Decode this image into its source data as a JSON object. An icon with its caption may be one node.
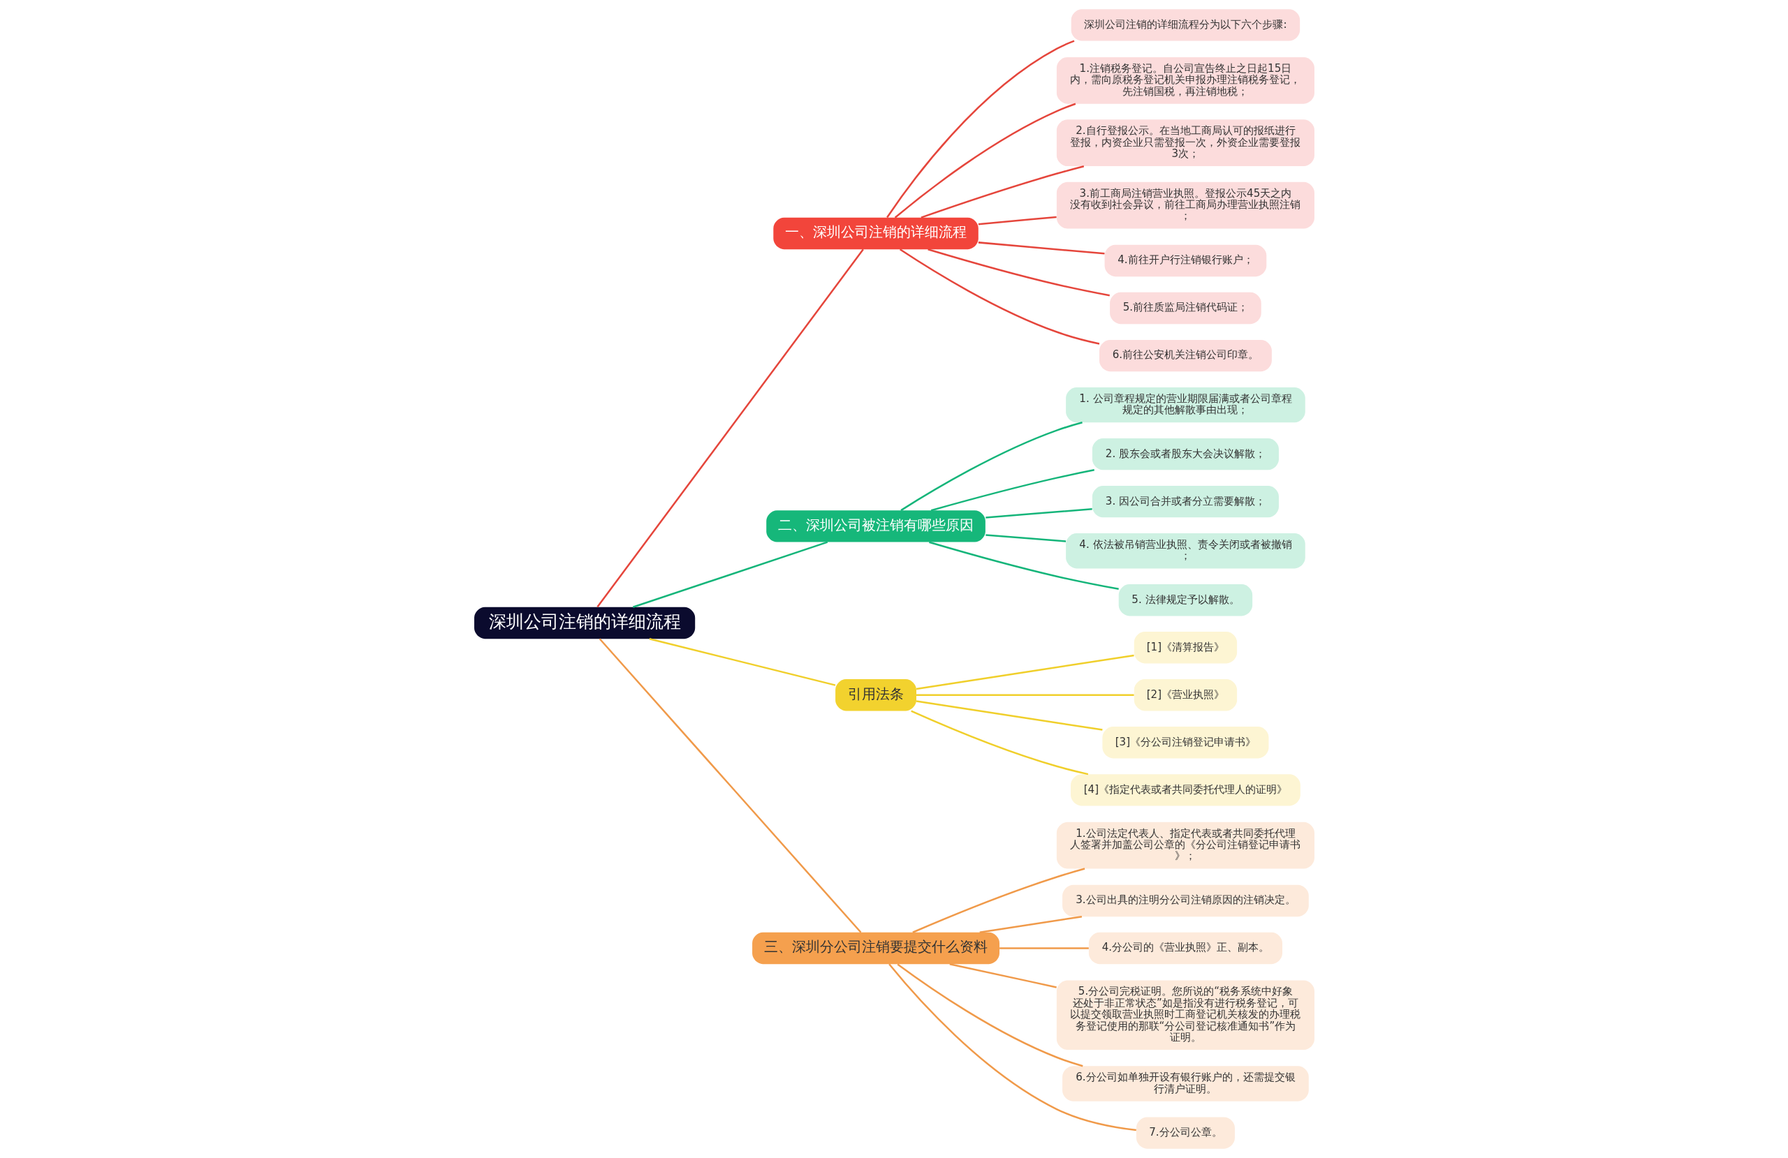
{
  "diagram": {
    "nodes": [
      {
        "text": [
          "深圳公司注销的详细流程"
        ]
      },
      {
        "text": [
          "一、深圳公司注销的详细流程"
        ]
      },
      {
        "text": [
          "深圳公司注销的详细流程分为以下六个步骤:"
        ]
      },
      {
        "text": [
          "1.注销税务登记。自公司宣告终止之日起15日内，需向原税务登记机关申报办理注销税务登记，先注销国税，再注销地税；"
        ]
      },
      {
        "text": [
          "2.自行登报公示。在当地工商局认可的报纸进行登报，内资企业只需登报一次，外资企业需要登报3次；"
        ]
      },
      {
        "text": [
          "3.前工商局注销营业执照。登报公示45天之内没有收到社会异议，前往工商局办理营业执照注销；"
        ]
      },
      {
        "text": [
          "4.前往开户行注销银行账户；"
        ]
      },
      {
        "text": [
          "5.前往质监局注销代码证；"
        ]
      },
      {
        "text": [
          "6.前往公安机关注销公司印章。"
        ]
      },
      {
        "text": [
          "二、深圳公司被注销有哪些原因"
        ]
      },
      {
        "text": [
          "1. 公司章程规定的营业期限届满或者公司章程规定的其他解散事由出现；"
        ]
      },
      {
        "text": [
          "2. 股东会或者股东大会决议解散；"
        ]
      },
      {
        "text": [
          "3. 因公司合并或者分立需要解散；"
        ]
      },
      {
        "text": [
          "4. 依法被吊销营业执照、责令关闭或者被撤销；"
        ]
      },
      {
        "text": [
          "5. 法律规定予以解散。"
        ]
      },
      {
        "text": [
          "引用法条"
        ]
      },
      {
        "text": [
          "[1]《清算报告》"
        ]
      },
      {
        "text": [
          "[2]《营业执照》"
        ]
      },
      {
        "text": [
          "[3]《分公司注销登记申请书》"
        ]
      },
      {
        "text": [
          "[4]《指定代表或者共同委托代理人的证明》"
        ]
      },
      {
        "text": [
          "三、深圳分公司注销要提交什么资料"
        ]
      },
      {
        "text": [
          "1.公司法定代表人、指定代表或者共同委托代理人签署并加盖公司公章的《分公司注销登记申请书》；"
        ]
      },
      {
        "text": [
          "3.公司出具的注明分公司注销原因的注销决定。"
        ]
      },
      {
        "text": [
          "4.分公司的《营业执照》正、副本。"
        ]
      },
      {
        "text": [
          "5.分公司完税证明。您所说的“税务系统中好象还处于非正常状态”如是指没有进行税务登记，可以提交领取营业执照时工商登记机关核发的办理税务登记使用的那联“分公司登记核准通知书”作为证明。"
        ]
      },
      {
        "text": [
          "6.分公司如单独开设有银行账户的，还需提交银行清户证明。"
        ]
      },
      {
        "text": [
          "7.分公司公章。"
        ]
      }
    ],
    "edges": [
      {
        "from": 0,
        "to": 1,
        "arrow": "none",
        "color": "#e5463c"
      },
      {
        "from": 1,
        "to": 2,
        "arrow": "none",
        "color": "#e5463c"
      },
      {
        "from": 1,
        "to": 3,
        "arrow": "none",
        "color": "#e5463c"
      },
      {
        "from": 1,
        "to": 4,
        "arrow": "none",
        "color": "#e5463c"
      },
      {
        "from": 1,
        "to": 5,
        "arrow": "none",
        "color": "#e5463c"
      },
      {
        "from": 1,
        "to": 6,
        "arrow": "none",
        "color": "#e5463c"
      },
      {
        "from": 1,
        "to": 7,
        "arrow": "none",
        "color": "#e5463c"
      },
      {
        "from": 1,
        "to": 8,
        "arrow": "none",
        "color": "#e5463c"
      },
      {
        "from": 0,
        "to": 9,
        "arrow": "none",
        "color": "#15b57a"
      },
      {
        "from": 9,
        "to": 10,
        "arrow": "none",
        "color": "#15b57a"
      },
      {
        "from": 9,
        "to": 11,
        "arrow": "none",
        "color": "#15b57a"
      },
      {
        "from": 9,
        "to": 12,
        "arrow": "none",
        "color": "#15b57a"
      },
      {
        "from": 9,
        "to": 13,
        "arrow": "none",
        "color": "#15b57a"
      },
      {
        "from": 9,
        "to": 14,
        "arrow": "none",
        "color": "#15b57a"
      },
      {
        "from": 0,
        "to": 15,
        "arrow": "none",
        "color": "#f0cf2b"
      },
      {
        "from": 15,
        "to": 16,
        "arrow": "none",
        "color": "#f0cf2b"
      },
      {
        "from": 15,
        "to": 17,
        "arrow": "none",
        "color": "#f0cf2b"
      },
      {
        "from": 15,
        "to": 18,
        "arrow": "none",
        "color": "#f0cf2b"
      },
      {
        "from": 15,
        "to": 19,
        "arrow": "none",
        "color": "#f0cf2b"
      },
      {
        "from": 0,
        "to": 20,
        "arrow": "none",
        "color": "#f09a4a"
      },
      {
        "from": 20,
        "to": 21,
        "arrow": "none",
        "color": "#f09a4a"
      },
      {
        "from": 20,
        "to": 22,
        "arrow": "none",
        "color": "#f09a4a"
      },
      {
        "from": 20,
        "to": 23,
        "arrow": "none",
        "color": "#f09a4a"
      },
      {
        "from": 20,
        "to": 24,
        "arrow": "none",
        "color": "#f09a4a"
      },
      {
        "from": 20,
        "to": 25,
        "arrow": "none",
        "color": "#f09a4a"
      },
      {
        "from": 20,
        "to": 26,
        "arrow": "none",
        "color": "#f09a4a"
      }
    ]
  }
}
